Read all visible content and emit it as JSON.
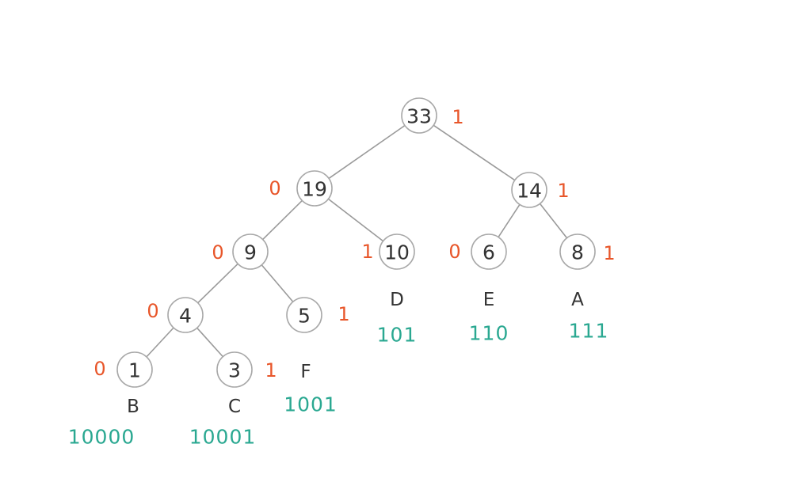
{
  "colors": {
    "bit": "#e8562a",
    "code": "#2aa891",
    "edge": "#9a9a9a",
    "node_stroke": "#a8a8a8",
    "text": "#333333"
  },
  "nodes": [
    {
      "id": "n33",
      "value": "33",
      "bit": "1"
    },
    {
      "id": "n19",
      "value": "19",
      "bit": "0"
    },
    {
      "id": "n14",
      "value": "14",
      "bit": "1"
    },
    {
      "id": "n9",
      "value": "9",
      "bit": "0"
    },
    {
      "id": "n10",
      "value": "10",
      "bit": "1",
      "symbol": "D",
      "code": "101"
    },
    {
      "id": "n6",
      "value": "6",
      "bit": "0",
      "symbol": "E",
      "code": "110"
    },
    {
      "id": "n8",
      "value": "8",
      "bit": "1",
      "symbol": "A",
      "code": "111"
    },
    {
      "id": "n4",
      "value": "4",
      "bit": "0"
    },
    {
      "id": "n5",
      "value": "5",
      "bit": "1",
      "symbol": "F",
      "code": "1001"
    },
    {
      "id": "n1",
      "value": "1",
      "bit": "0",
      "symbol": "B",
      "code": "10000"
    },
    {
      "id": "n3",
      "value": "3",
      "bit": "1",
      "symbol": "C",
      "code": "10001"
    }
  ],
  "edges": [
    [
      "n33",
      "n19"
    ],
    [
      "n33",
      "n14"
    ],
    [
      "n19",
      "n9"
    ],
    [
      "n19",
      "n10"
    ],
    [
      "n14",
      "n6"
    ],
    [
      "n14",
      "n8"
    ],
    [
      "n9",
      "n4"
    ],
    [
      "n9",
      "n5"
    ],
    [
      "n4",
      "n1"
    ],
    [
      "n4",
      "n3"
    ]
  ]
}
